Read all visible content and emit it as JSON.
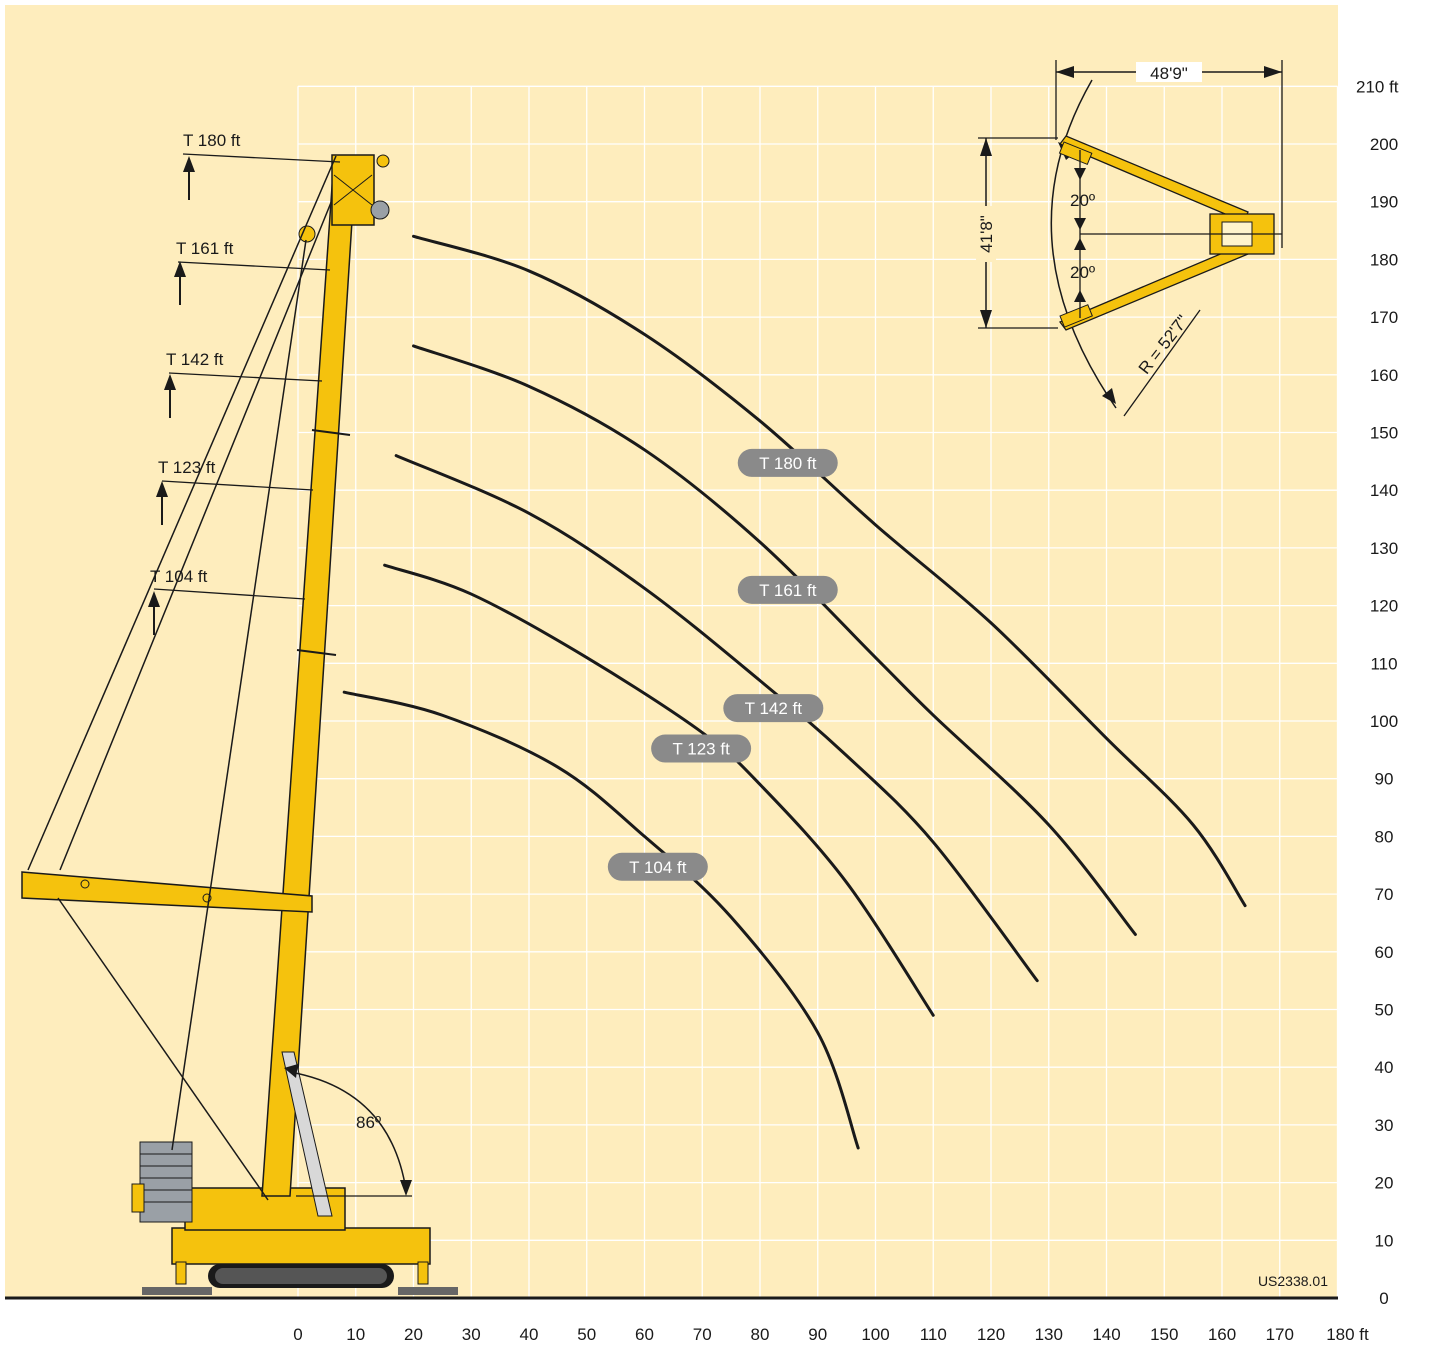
{
  "chart_data": {
    "type": "line",
    "title": "",
    "xlabel": "",
    "ylabel": "",
    "x_unit": "ft",
    "y_unit": "ft",
    "xlim": [
      0,
      180
    ],
    "ylim": [
      0,
      210
    ],
    "x_ticks": [
      "0",
      "10",
      "20",
      "30",
      "40",
      "50",
      "60",
      "70",
      "80",
      "90",
      "100",
      "110",
      "120",
      "130",
      "140",
      "150",
      "160",
      "170",
      "180 ft"
    ],
    "y_ticks": [
      "0",
      "10",
      "20",
      "30",
      "40",
      "50",
      "60",
      "70",
      "80",
      "90",
      "100",
      "110",
      "120",
      "130",
      "140",
      "150",
      "160",
      "170",
      "180",
      "190",
      "200",
      "210 ft"
    ],
    "grid": true,
    "series": [
      {
        "name": "T 180 ft",
        "x": [
          20,
          40,
          60,
          80,
          100,
          120,
          140,
          155,
          164
        ],
        "y": [
          184,
          178,
          167,
          152,
          134,
          117,
          97,
          82,
          68
        ]
      },
      {
        "name": "T 161 ft",
        "x": [
          20,
          40,
          60,
          80,
          100,
          110,
          130,
          145
        ],
        "y": [
          165,
          158,
          147,
          131,
          111,
          101,
          82,
          63
        ]
      },
      {
        "name": "T 142 ft",
        "x": [
          17,
          40,
          60,
          80,
          95,
          110,
          128
        ],
        "y": [
          146,
          136,
          123,
          107,
          94,
          79,
          55
        ]
      },
      {
        "name": "T 123 ft",
        "x": [
          15,
          30,
          50,
          70,
          80,
          95,
          110
        ],
        "y": [
          127,
          122,
          111,
          98,
          89,
          72,
          49
        ]
      },
      {
        "name": "T 104 ft",
        "x": [
          8,
          25,
          45,
          60,
          75,
          90,
          97
        ],
        "y": [
          105,
          101,
          92,
          80,
          66,
          46,
          26
        ]
      }
    ]
  },
  "crane": {
    "tip_labels": [
      "T 180 ft",
      "T 161 ft",
      "T 142 ft",
      "T 123 ft",
      "T 104 ft"
    ],
    "boom_angle": "86º",
    "color": "#f5c20d"
  },
  "top_view": {
    "width": "48'9\"",
    "depth": "41'8\"",
    "angle_upper": "20º",
    "angle_lower": "20º",
    "radius": "R = 52'7\""
  },
  "drawing_code": "US2338.01",
  "colors": {
    "background": "#feedbd",
    "grid": "#ffffff",
    "curve": "#1a1a1a",
    "pill": "#8a8a8a"
  }
}
